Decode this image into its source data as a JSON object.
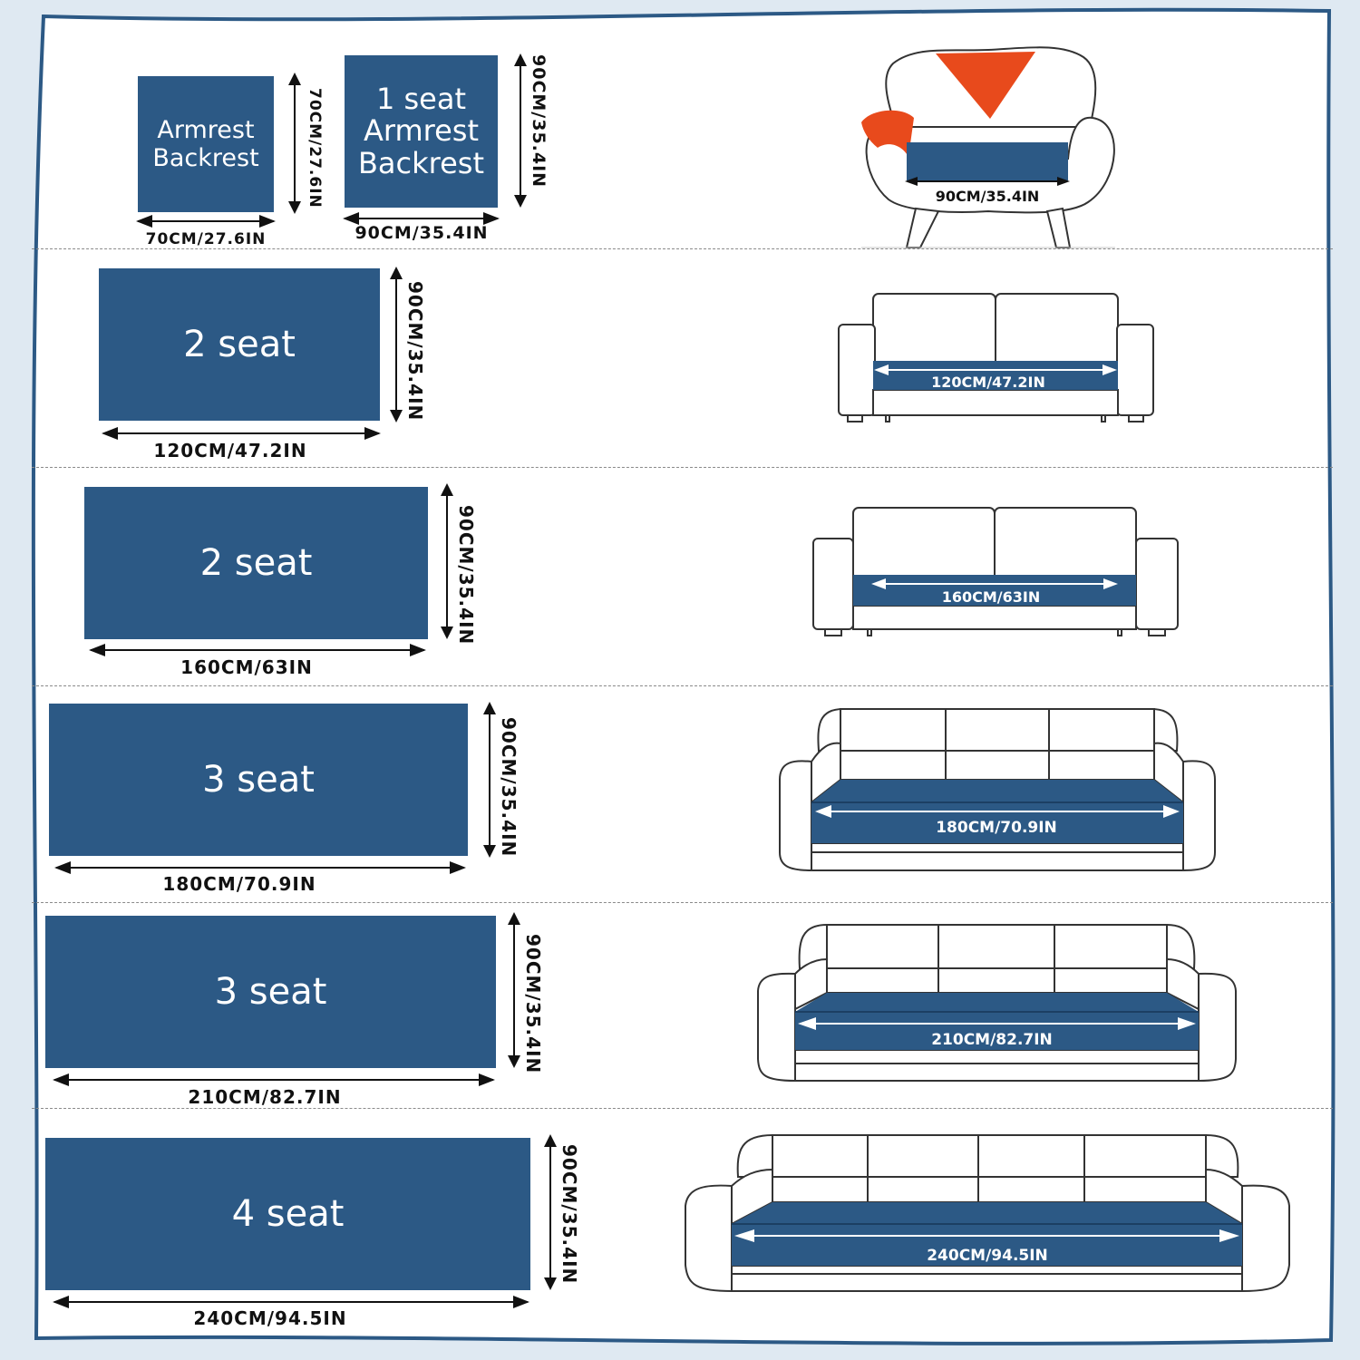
{
  "colors": {
    "cover_blue": "#2c5985",
    "throw_orange": "#e84a1c",
    "outline": "#333333",
    "frame_blue": "#2c5985"
  },
  "rows": [
    {
      "covers": [
        {
          "label": "Armrest\nBackrest",
          "width_label": "70CM/27.6IN",
          "height_label": "70CM/27.6IN"
        },
        {
          "label": "1 seat\nArmrest\nBackrest",
          "width_label": "90CM/35.4IN",
          "height_label": "90CM/35.4IN"
        }
      ],
      "sofa": {
        "type": "armchair-icon",
        "seat_label": "90CM/35.4IN"
      }
    },
    {
      "covers": [
        {
          "label": "2 seat",
          "width_label": "120CM/47.2IN",
          "height_label": "90CM/35.4IN"
        }
      ],
      "sofa": {
        "type": "loveseat-icon",
        "seat_label": "120CM/47.2IN"
      }
    },
    {
      "covers": [
        {
          "label": "2 seat",
          "width_label": "160CM/63IN",
          "height_label": "90CM/35.4IN"
        }
      ],
      "sofa": {
        "type": "loveseat-icon",
        "seat_label": "160CM/63IN"
      }
    },
    {
      "covers": [
        {
          "label": "3 seat",
          "width_label": "180CM/70.9IN",
          "height_label": "90CM/35.4IN"
        }
      ],
      "sofa": {
        "type": "three-seat-sofa-icon",
        "seat_label": "180CM/70.9IN"
      }
    },
    {
      "covers": [
        {
          "label": "3 seat",
          "width_label": "210CM/82.7IN",
          "height_label": "90CM/35.4IN"
        }
      ],
      "sofa": {
        "type": "three-seat-sofa-icon",
        "seat_label": "210CM/82.7IN"
      }
    },
    {
      "covers": [
        {
          "label": "4 seat",
          "width_label": "240CM/94.5IN",
          "height_label": "90CM/35.4IN"
        }
      ],
      "sofa": {
        "type": "four-seat-sofa-icon",
        "seat_label": "240CM/94.5IN"
      }
    }
  ]
}
